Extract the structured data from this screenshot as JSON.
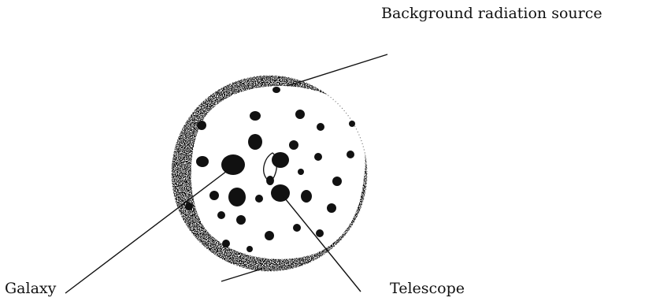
{
  "labels": {
    "background_radiation": "Background radiation source",
    "galaxy": "Galaxy",
    "telescope": "Telescope"
  },
  "colors": {
    "ink": "#111111",
    "background": "#ffffff"
  }
}
